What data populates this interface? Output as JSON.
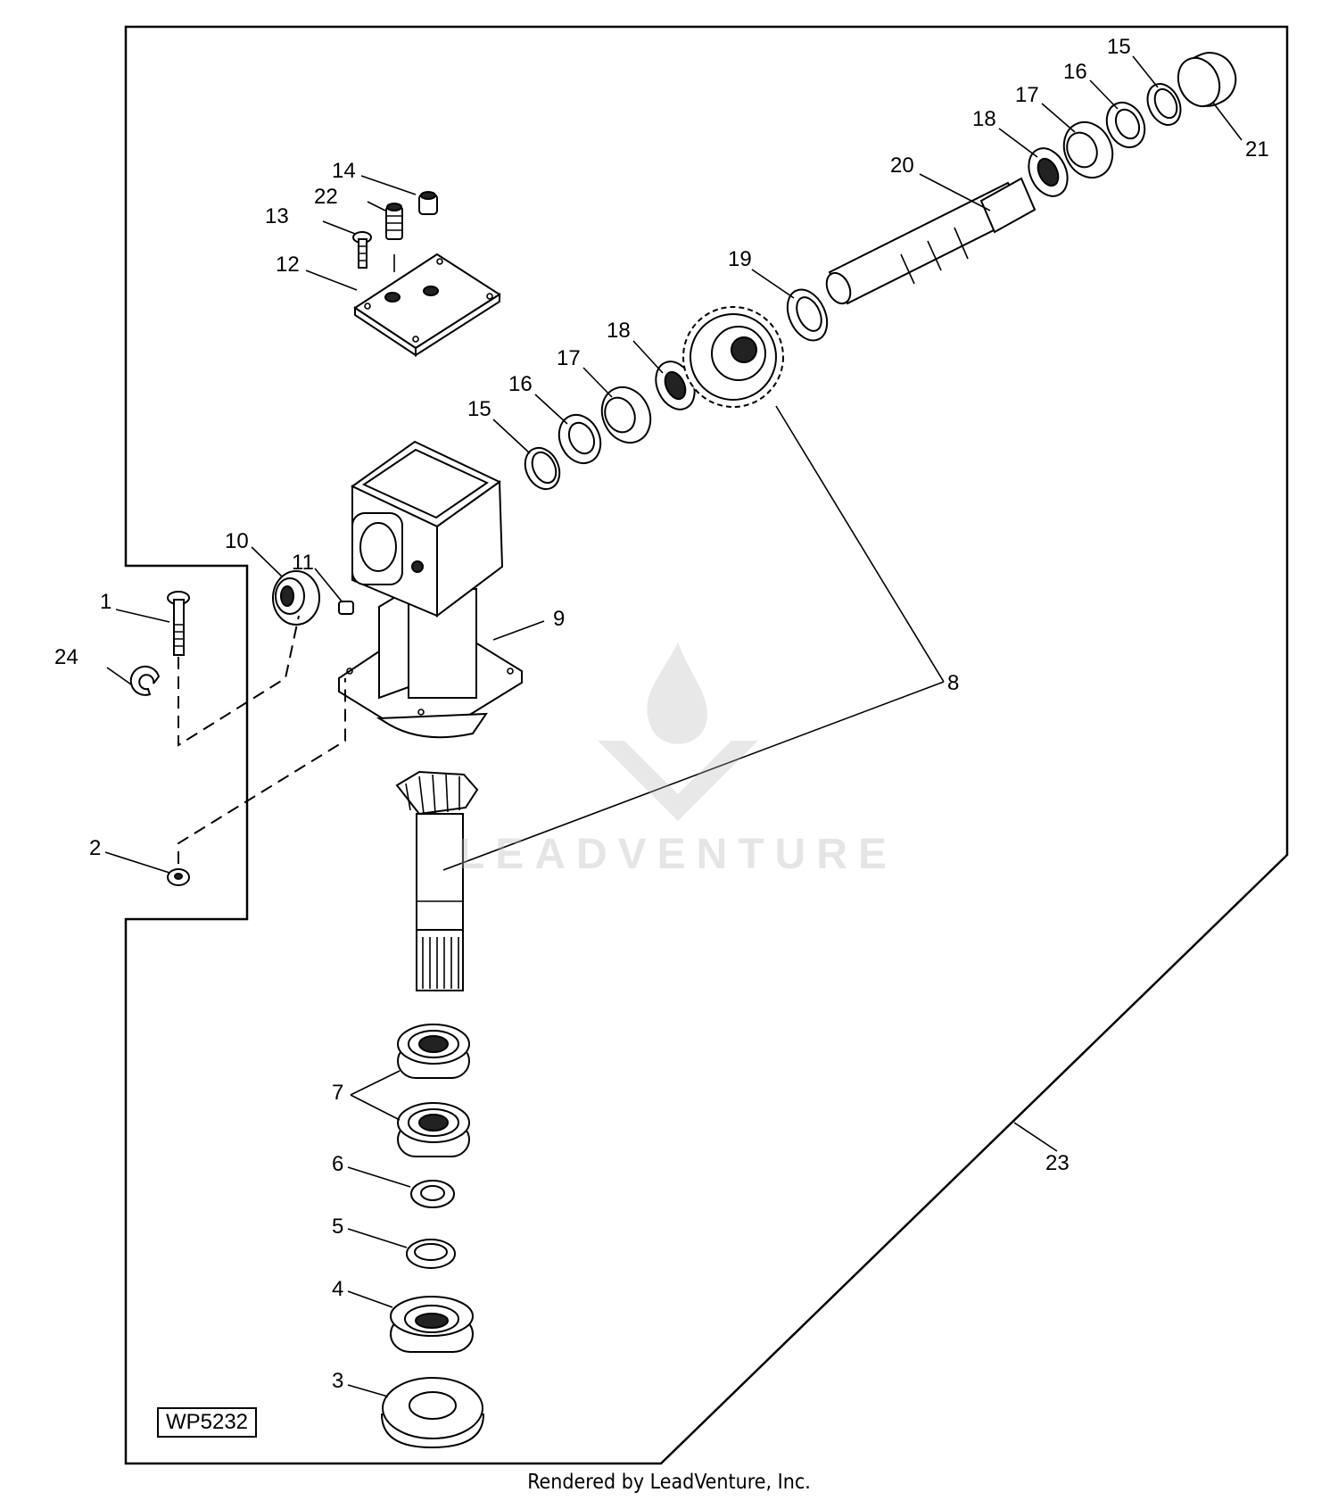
{
  "figure_code": "WP5232",
  "footer": "Rendered by LeadVenture, Inc.",
  "watermark": "LEADVENTURE",
  "callouts": [
    "1",
    "2",
    "3",
    "4",
    "5",
    "6",
    "7",
    "8",
    "9",
    "10",
    "11",
    "12",
    "13",
    "14",
    "15",
    "16",
    "17",
    "18",
    "19",
    "20",
    "21",
    "22",
    "23",
    "24"
  ],
  "colors": {
    "line": "#000000",
    "background": "#ffffff",
    "watermark": "#b4b4b4"
  }
}
